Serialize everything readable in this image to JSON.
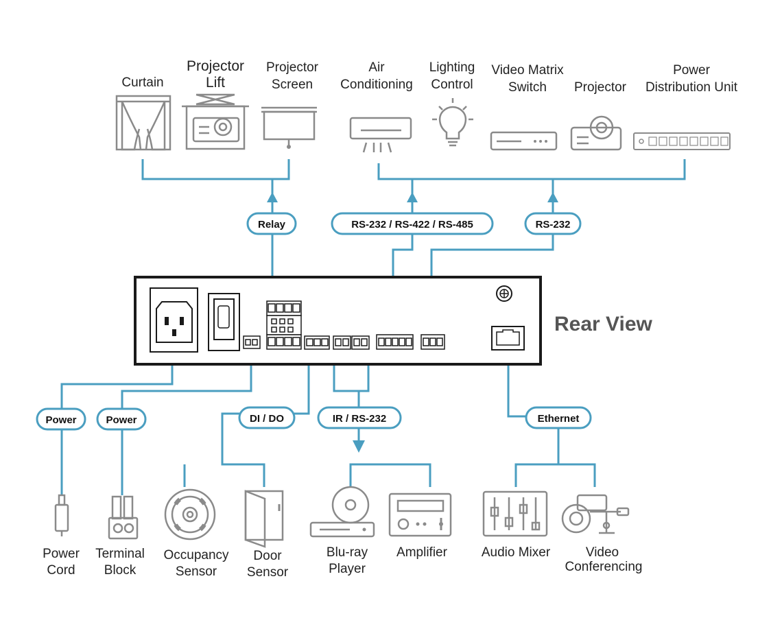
{
  "title": "Rear View",
  "colors": {
    "wire": "#4a9ec0",
    "icon": "#8a8a8a",
    "device": "#1a1a1a",
    "title": "#555555"
  },
  "top_devices": [
    {
      "name": "curtain",
      "lines": [
        "Curtain"
      ],
      "icon": "curtain-icon"
    },
    {
      "name": "projector-lift",
      "lines": [
        "Projector",
        "Lift"
      ],
      "icon": "projector-lift-icon"
    },
    {
      "name": "projector-screen",
      "lines": [
        "Projector",
        "Screen"
      ],
      "icon": "projector-screen-icon"
    },
    {
      "name": "air-conditioning",
      "lines": [
        "Air",
        "Conditioning"
      ],
      "icon": "air-conditioner-icon"
    },
    {
      "name": "lighting-control",
      "lines": [
        "Lighting",
        "Control"
      ],
      "icon": "light-bulb-icon"
    },
    {
      "name": "video-matrix-switch",
      "lines": [
        "Video Matrix",
        "Switch"
      ],
      "icon": "video-switch-icon"
    },
    {
      "name": "projector",
      "lines": [
        "Projector"
      ],
      "icon": "projector-icon"
    },
    {
      "name": "power-distribution-unit",
      "lines": [
        "Power",
        "Distribution Unit"
      ],
      "icon": "pdu-icon"
    }
  ],
  "top_connections": [
    "Relay",
    "RS-232 / RS-422 / RS-485",
    "RS-232"
  ],
  "bottom_connections": [
    "Power",
    "Power",
    "DI / DO",
    "IR / RS-232",
    "Ethernet"
  ],
  "bottom_devices": [
    {
      "name": "power-cord",
      "lines": [
        "Power",
        "Cord"
      ],
      "icon": "power-plug-icon"
    },
    {
      "name": "terminal-block",
      "lines": [
        "Terminal",
        "Block"
      ],
      "icon": "terminal-block-icon"
    },
    {
      "name": "occupancy-sensor",
      "lines": [
        "Occupancy",
        "Sensor"
      ],
      "icon": "occupancy-sensor-icon"
    },
    {
      "name": "door-sensor",
      "lines": [
        "Door",
        "Sensor"
      ],
      "icon": "door-icon"
    },
    {
      "name": "blu-ray-player",
      "lines": [
        "Blu-ray",
        "Player"
      ],
      "icon": "disc-player-icon"
    },
    {
      "name": "amplifier",
      "lines": [
        "Amplifier"
      ],
      "icon": "amplifier-icon"
    },
    {
      "name": "audio-mixer",
      "lines": [
        "Audio Mixer"
      ],
      "icon": "mixer-icon"
    },
    {
      "name": "video-conferencing",
      "lines": [
        "Video",
        "Conferencing"
      ],
      "icon": "camera-icon"
    }
  ]
}
